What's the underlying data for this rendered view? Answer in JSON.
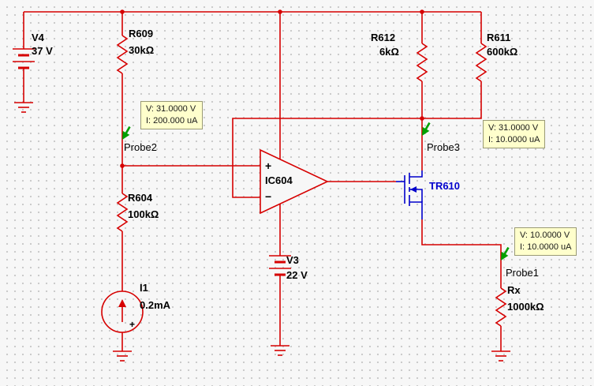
{
  "colors": {
    "wire": "#d60000",
    "mosfet_blue": "#0000cc",
    "probe_green": "#00a000",
    "tooltip_bg": "#ffffcc"
  },
  "components": {
    "v4": {
      "ref": "V4",
      "value": "37 V"
    },
    "r609": {
      "ref": "R609",
      "value": "30kΩ"
    },
    "r604": {
      "ref": "R604",
      "value": "100kΩ"
    },
    "i1": {
      "ref": "I1",
      "value": "0.2mA",
      "polarity": "+"
    },
    "ic604": {
      "ref": "IC604",
      "plus": "+",
      "minus": "−"
    },
    "v3": {
      "ref": "V3",
      "value": "22 V"
    },
    "r612": {
      "ref": "R612",
      "value": "6kΩ"
    },
    "r611": {
      "ref": "R611",
      "value": "600kΩ"
    },
    "tr610": {
      "ref": "TR610"
    },
    "rx": {
      "ref": "Rx",
      "value": "1000kΩ"
    }
  },
  "probes": {
    "probe2": {
      "label": "Probe2",
      "voltage": "V: 31.0000 V",
      "current": "I: 200.000 uA"
    },
    "probe3": {
      "label": "Probe3",
      "voltage": "V: 31.0000 V",
      "current": "I: 10.0000 uA"
    },
    "probe1": {
      "label": "Probe1",
      "voltage": "V: 10.0000 V",
      "current": "I: 10.0000 uA"
    }
  }
}
